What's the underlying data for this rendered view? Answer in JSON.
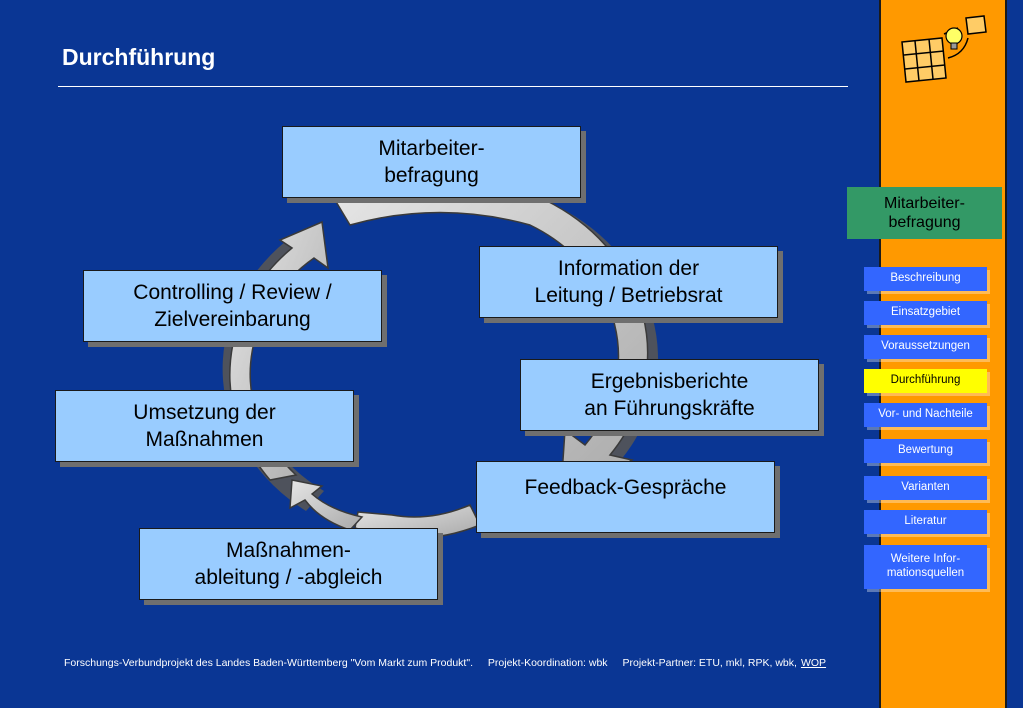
{
  "page": {
    "title": "Durchführung"
  },
  "cycle": {
    "steps": [
      {
        "id": "top",
        "label": "Mitarbeiter-\nbefragung"
      },
      {
        "id": "info",
        "label": "Information der\nLeitung / Betriebsrat"
      },
      {
        "id": "erg",
        "label": "Ergebnisberichte\nan Führungskräfte"
      },
      {
        "id": "feed",
        "label": "Feedback-Gespräche"
      },
      {
        "id": "mass",
        "label": "Maßnahmen-\nableitung / -abgleich"
      },
      {
        "id": "ums",
        "label": "Umsetzung der\nMaßnahmen"
      },
      {
        "id": "ctrl",
        "label": "Controlling / Review /\nZielvereinbarung"
      }
    ]
  },
  "sidebar": {
    "header": "Mitarbeiter-\nbefragung",
    "items": [
      {
        "label": "Beschreibung",
        "active": false
      },
      {
        "label": "Einsatzgebiet",
        "active": false
      },
      {
        "label": "Voraussetzungen",
        "active": false
      },
      {
        "label": "Durchführung",
        "active": true
      },
      {
        "label": "Vor- und Nachteile",
        "active": false
      },
      {
        "label": "Bewertung",
        "active": false
      },
      {
        "label": "Varianten",
        "active": false
      },
      {
        "label": "Literatur",
        "active": false
      },
      {
        "label": "Weitere Infor-\nmationsquellen",
        "active": false
      }
    ],
    "logo_icon": "puzzle-grid-lightbulb-icon"
  },
  "footer": {
    "project": "Forschungs-Verbundprojekt des Landes Baden-Württemberg \"Vom Markt zum Produkt\".",
    "coordination": "Projekt-Koordination: wbk",
    "partners_prefix": "Projekt-Partner: ETU, mkl, RPK, wbk,",
    "partners_link": "WOP"
  },
  "colors": {
    "background": "#0a3694",
    "box": "#99ccff",
    "sidebar": "#ff9900",
    "sidebar_header": "#339966",
    "nav": "#3366ff",
    "nav_active": "#ffff00",
    "arrow": "#c8c8c8"
  }
}
